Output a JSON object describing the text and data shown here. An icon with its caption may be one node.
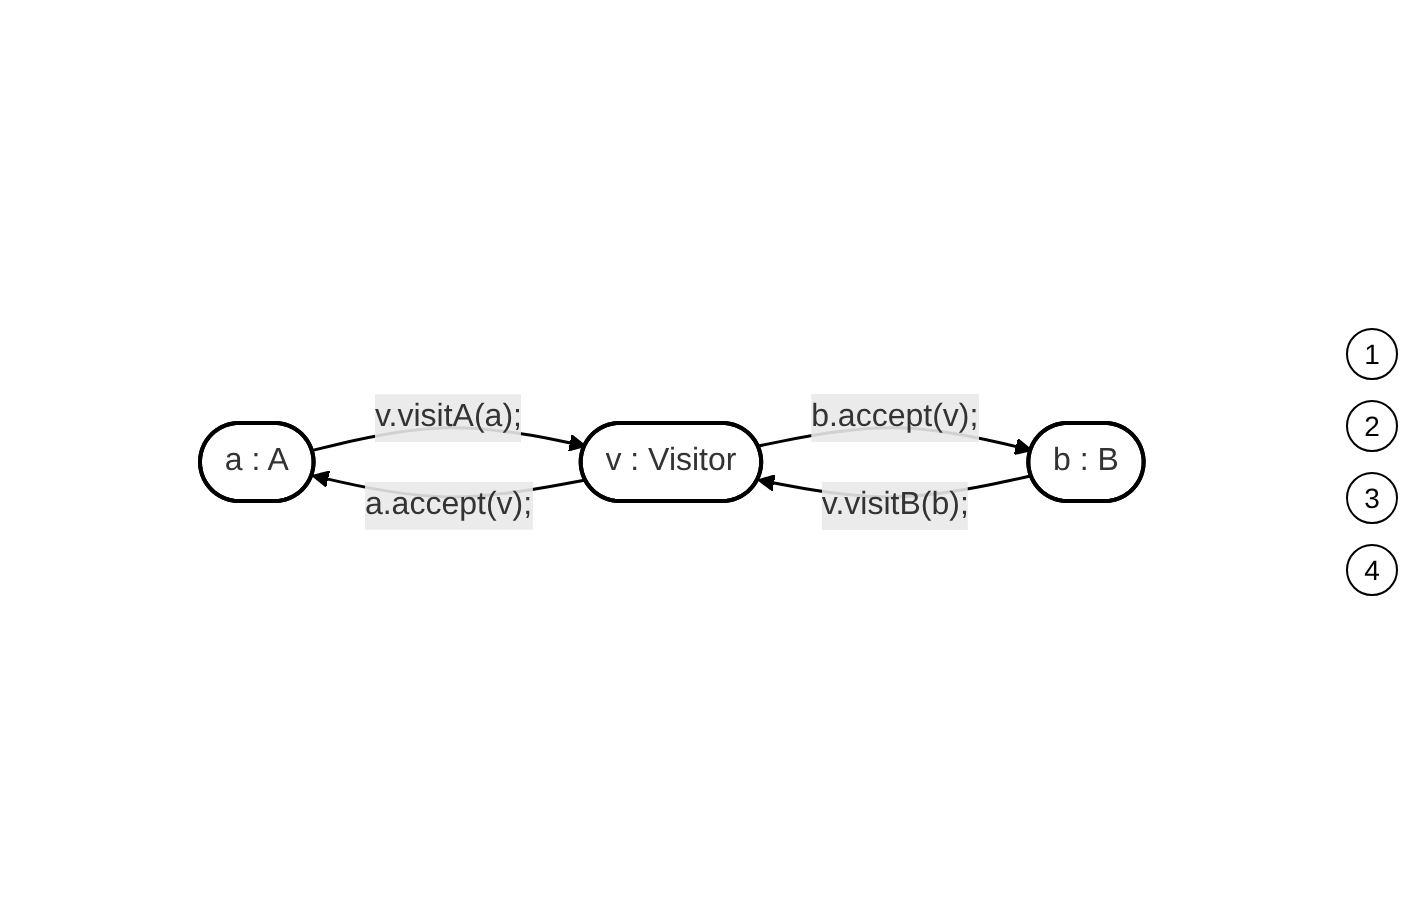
{
  "diagram": {
    "nodes": [
      {
        "text": [
          "a : A"
        ]
      },
      {
        "text": [
          "v : Visitor"
        ]
      },
      {
        "text": [
          "b : B"
        ]
      }
    ],
    "edges": [
      {
        "from": 1,
        "to": 0,
        "arrow": "to",
        "label": "a.accept(v);"
      },
      {
        "from": 0,
        "to": 1,
        "arrow": "to",
        "label": "v.visitA(a);"
      },
      {
        "from": 1,
        "to": 2,
        "arrow": "to",
        "label": "b.accept(v);"
      },
      {
        "from": 2,
        "to": 1,
        "arrow": "to",
        "label": "v.visitB(b);"
      }
    ],
    "labels": [
      "1",
      "2",
      "3",
      "4"
    ]
  }
}
